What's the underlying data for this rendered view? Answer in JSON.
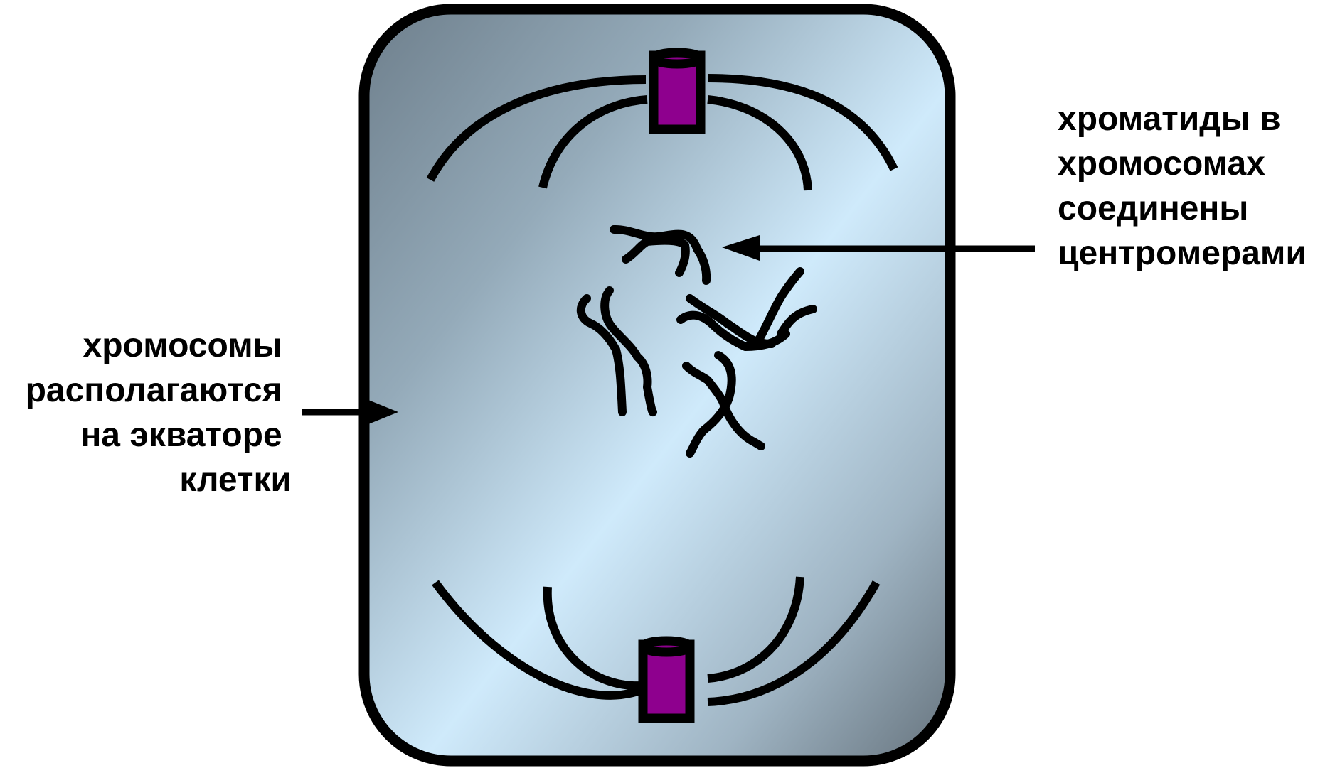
{
  "labels": {
    "left": {
      "lines": [
        "хромосомы",
        "располагаются",
        "на экваторе",
        "клетки"
      ]
    },
    "right": {
      "lines": [
        "хроматиды в",
        "хромосомах",
        "соединены",
        "центромерами"
      ]
    }
  },
  "colors": {
    "outline": "#000000",
    "cell_gradient_dark": "#6e7f8c",
    "cell_gradient_mid": "#9db3c3",
    "cell_gradient_light": "#cfeafb",
    "centriole_fill": "#8e008e",
    "background": "#ffffff"
  }
}
